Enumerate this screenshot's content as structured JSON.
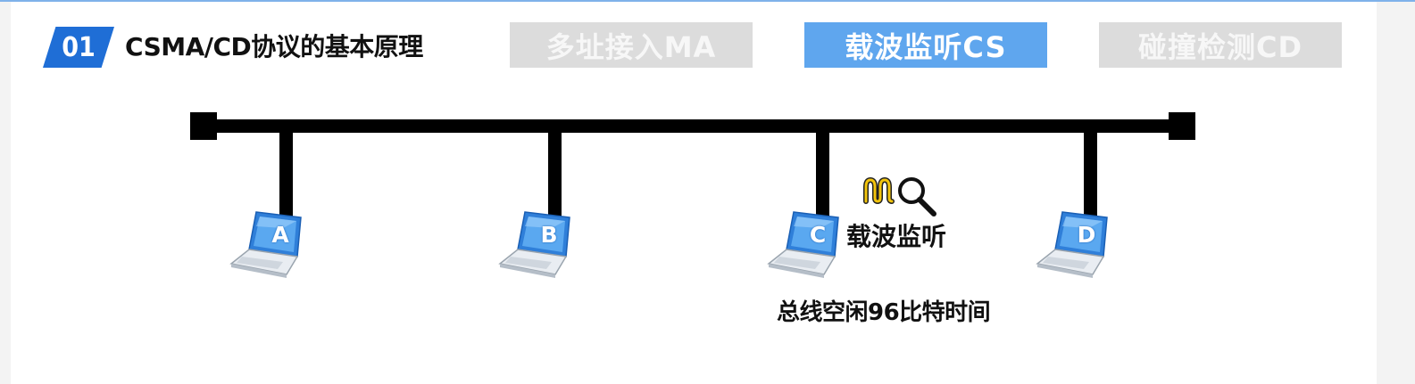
{
  "header": {
    "badge_number": "01",
    "title": "CSMA/CD协议的基本原理"
  },
  "tabs": [
    {
      "label": "多址接入MA",
      "state": "inactive"
    },
    {
      "label": "载波监听CS",
      "state": "active"
    },
    {
      "label": "碰撞检测CD",
      "state": "inactive"
    }
  ],
  "diagram": {
    "nodes": [
      {
        "label": "A"
      },
      {
        "label": "B"
      },
      {
        "label": "C"
      },
      {
        "label": "D"
      }
    ],
    "carrier_sense_label": "载波监听",
    "carrier_sense_icon": "carrier-sense-magnifier-icon",
    "bus_idle_note": "总线空闲96比特时间"
  },
  "colors": {
    "accent_blue": "#1f6ed6",
    "active_tab": "#5fa6ee",
    "inactive_tab": "#dcdcdc",
    "bus_line": "#000000",
    "signal_wave": "#e0b000"
  }
}
